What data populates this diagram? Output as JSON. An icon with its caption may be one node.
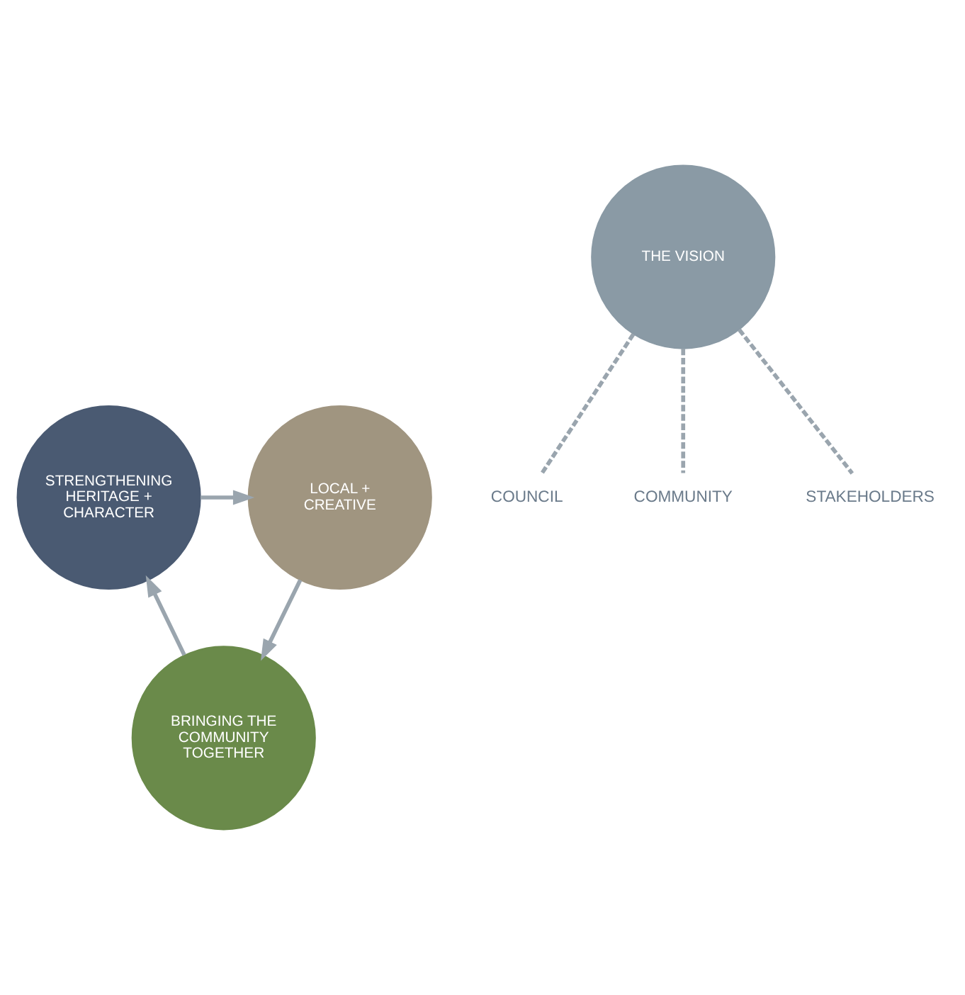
{
  "diagram": {
    "nodes": [
      {
        "text": [
          "STRENGTHENING HERITAGE + CHARACTER"
        ]
      },
      {
        "text": [
          "LOCAL + CREATIVE"
        ]
      },
      {
        "text": [
          "THE VISION"
        ]
      },
      {
        "text": [
          "BRINGING THE COMMUNITY TOGETHER"
        ]
      },
      {
        "text": [
          "COUNCIL"
        ]
      },
      {
        "text": [
          "COMMUNITY"
        ]
      },
      {
        "text": [
          "STAKEHOLDERS"
        ]
      }
    ],
    "edges": [
      {
        "from": 0,
        "to": 1,
        "arrow": "to"
      },
      {
        "from": 1,
        "to": 3,
        "arrow": "to"
      },
      {
        "from": 3,
        "to": 0,
        "arrow": "to"
      },
      {
        "from": 2,
        "to": 4,
        "arrow": "none",
        "style": "dashed"
      },
      {
        "from": 2,
        "to": 5,
        "arrow": "none",
        "style": "dashed"
      },
      {
        "from": 2,
        "to": 6,
        "arrow": "none",
        "style": "dashed"
      }
    ]
  }
}
